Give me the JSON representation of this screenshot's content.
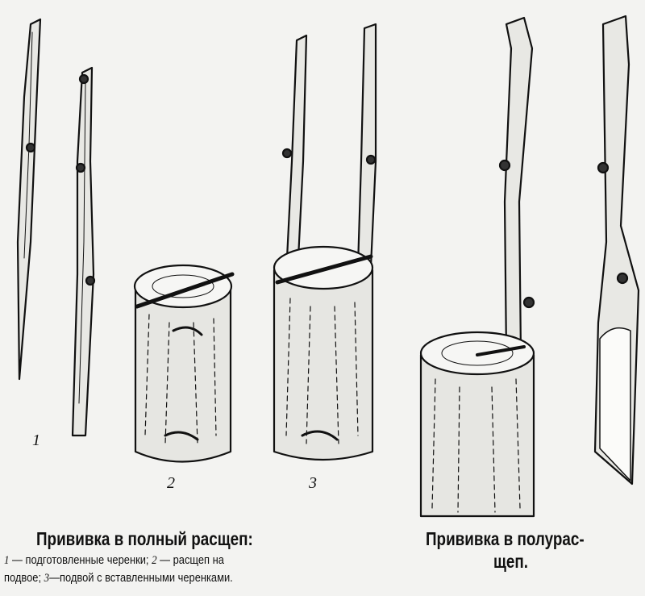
{
  "figure": {
    "labels": {
      "one": "1",
      "two": "2",
      "three": "3"
    },
    "left_caption": {
      "title": "Прививка в полный расщеп:",
      "line1_n1": "1",
      "line1_t1": " — подготовленные черенки;  ",
      "line1_n2": "2",
      "line1_t2": " — расщеп на",
      "line2_t1": "подвое; ",
      "line2_n3": "3",
      "line2_t2": "—подвой с вставленными черенками."
    },
    "right_caption": {
      "line1": "Прививка в полурас-",
      "line2": "щеп."
    }
  }
}
